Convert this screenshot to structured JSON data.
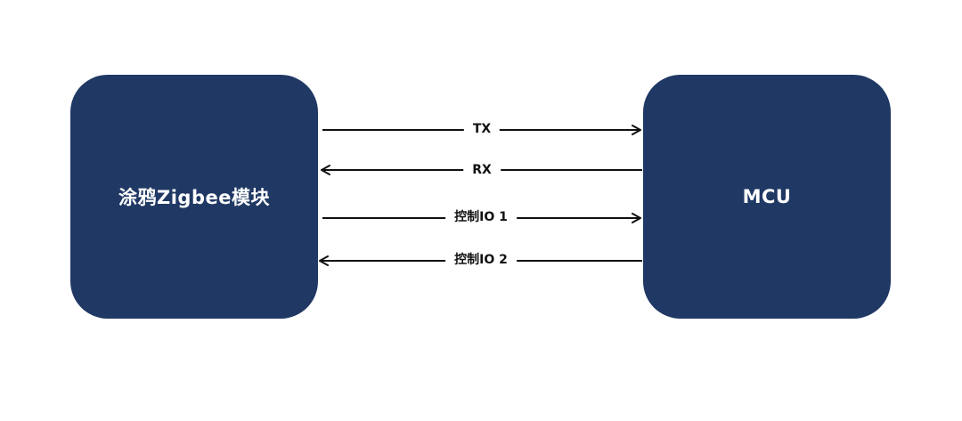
{
  "blocks": {
    "left_label": "涂鸦Zigbee模块",
    "right_label": "MCU"
  },
  "signals": [
    {
      "label": "TX",
      "direction": "right"
    },
    {
      "label": "RX",
      "direction": "left"
    },
    {
      "label": "控制IO 1",
      "direction": "right"
    },
    {
      "label": "控制IO 2",
      "direction": "left"
    }
  ],
  "colors": {
    "block_fill": "#203864",
    "block_text": "#ffffff",
    "arrow": "#111111"
  }
}
